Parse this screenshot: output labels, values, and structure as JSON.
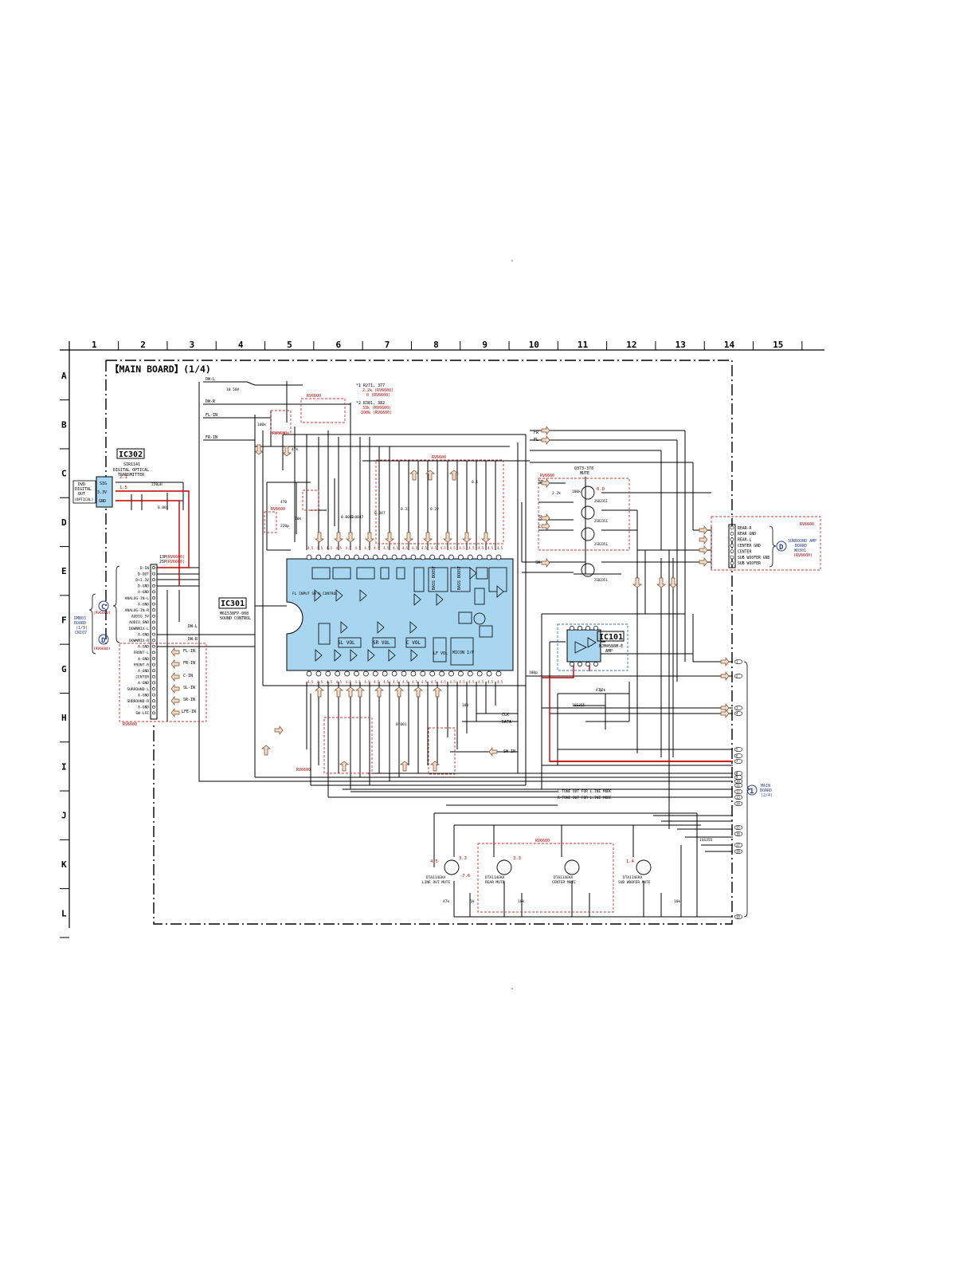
{
  "grid": {
    "columns": [
      "1",
      "2",
      "3",
      "4",
      "5",
      "6",
      "7",
      "8",
      "9",
      "10",
      "11",
      "12",
      "13",
      "14",
      "15"
    ],
    "rows": [
      "A",
      "B",
      "C",
      "D",
      "E",
      "F",
      "G",
      "H",
      "I",
      "J",
      "K",
      "L"
    ]
  },
  "board_title": "【MAIN BOARD】(1/4)",
  "ic302": {
    "ref": "IC302",
    "part": "SIR1141",
    "desc1": "DIGITAL OPTICAL",
    "desc2": "TRANSMITTER",
    "pins": [
      "SIG",
      "3.3V",
      "GND"
    ]
  },
  "dvd_out": [
    "DVD",
    "DIGITAL",
    "OUT",
    "(OPTICAL)"
  ],
  "ic301": {
    "ref": "IC301",
    "part": "M61530FP-008",
    "desc": "SOUND CONTROL",
    "blocks": [
      "SL VOL",
      "SR VOL",
      "C VOL",
      "LF VOL",
      "MICON I/F",
      "BASS BOOST",
      "BASS BOOST",
      "FL INPUT SW & CONTROL"
    ]
  },
  "ic101": {
    "ref": "IC101",
    "part": "NJM4580M-E",
    "desc": "AMP"
  },
  "mute": {
    "refs": "Q373-378",
    "desc": "MUTE",
    "parts": [
      "2SD2351",
      "2SD2351",
      "2SD2351",
      "2SD2351"
    ]
  },
  "left_connector": {
    "notes": [
      "13P",
      "(RV6600)",
      "25P",
      "(RV6600)"
    ],
    "pins": [
      "D-IN",
      "D-OUT",
      "D+3.3V",
      "D-GND",
      "A-GND",
      "ANALOG-IN-L",
      "A-GND",
      "ANALOG-IN-R",
      "AUDIO_5V",
      "AUDIO_GND",
      "DOWNMIX-L",
      "A-GND",
      "DOWNMIX-R",
      "A-GND",
      "FRONT-L",
      "A-GND",
      "FRONT-R",
      "A-GND",
      "CENTER",
      "A-GND",
      "SURROUND-L",
      "A-GND",
      "SURROUND-R",
      "A-GND",
      "SW-LFE"
    ],
    "side": [
      "DMB03",
      "BOARD",
      "(1/9)",
      "CN107"
    ],
    "markers": [
      "C",
      "(RV6600)",
      "D",
      "(RV6600)"
    ]
  },
  "right_connector": {
    "pins": [
      "REAR-R",
      "REAR GND",
      "REAR-L",
      "CENTER GND",
      "CENTER",
      "SUB WOOFER GND",
      "SUB WOOFER"
    ],
    "dest": [
      "SURROUND AMP",
      "BOARD",
      "WO301",
      "(RV6600)"
    ],
    "marker": "D",
    "tag": "RV6600"
  },
  "main_board_2": {
    "marker": "1",
    "label": [
      "MAIN",
      "BOARD",
      "(2/4)"
    ],
    "pins": [
      "1",
      "2",
      "3",
      "4",
      "5",
      "6",
      "7",
      "8",
      "9",
      "10",
      "11",
      "12",
      "13",
      "14",
      "15",
      "16",
      "17",
      "18",
      "19"
    ]
  },
  "signal_labels": [
    "DW-L",
    "DW-R",
    "FL-IN",
    "FR-IN",
    "FL-IN",
    "FR-IN",
    "C-IN",
    "SL-IN",
    "SR-IN",
    "LFE-IN",
    "DW-L",
    "DW-R",
    "CLK",
    "DATA",
    "SW-IN",
    "SR",
    "SL",
    "C",
    "SW",
    "FR",
    "FL"
  ],
  "notes_top": [
    "*1 R271, 377",
    "2.2k (RV6600)",
    "0 (RV6600)",
    "*2 R381, 382",
    "33k (RV6600)",
    "100k (RV6600)"
  ],
  "variant_tag": "RV6600",
  "bottom_transistors": [
    {
      "part": "DTA114EKA",
      "desc": "LINE OUT MUTE"
    },
    {
      "part": "DTA114EKA",
      "desc": "REAR MUTE"
    },
    {
      "part": "DTA114EKA",
      "desc": "CENTER MUTE"
    },
    {
      "part": "DTA114EKA",
      "desc": "SUB WOOFER MUTE"
    }
  ],
  "line_mode": [
    "L-TONE OUT FOR L.INE MODE",
    "R-TONE OUT FOR L.INE MODE"
  ],
  "voltages": [
    "4.5",
    "3.3",
    "-7.6",
    "3.3",
    "1.4",
    "0.0",
    "2.1",
    "1.5"
  ],
  "component_values": [
    "10 50V",
    "100k",
    "47k",
    "2.2k",
    "0.1",
    "220μH",
    "0.001",
    "470",
    "220p",
    "10k",
    "0.0022",
    "0.0047",
    "0.33",
    "0.22",
    "0.047",
    "1k",
    "180",
    "100p",
    "22k",
    "1SS355",
    "47p",
    "0.01"
  ]
}
